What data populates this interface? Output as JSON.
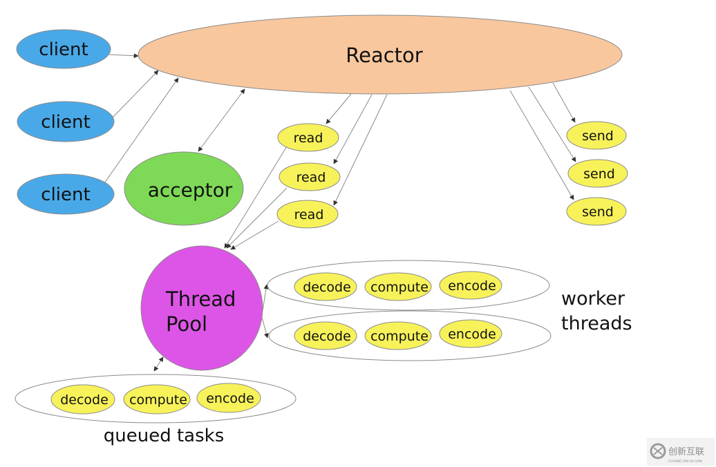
{
  "diagram": {
    "reactor": "Reactor",
    "clients": [
      "client",
      "client",
      "client"
    ],
    "acceptor": "acceptor",
    "reads": [
      "read",
      "read",
      "read"
    ],
    "sends": [
      "send",
      "send",
      "send"
    ],
    "thread_pool": {
      "line1": "Thread",
      "line2": "Pool"
    },
    "worker_rows": [
      [
        "decode",
        "compute",
        "encode"
      ],
      [
        "decode",
        "compute",
        "encode"
      ]
    ],
    "worker_threads": {
      "line1": "worker",
      "line2": "threads"
    },
    "queued_row": [
      "decode",
      "compute",
      "encode"
    ],
    "queued_tasks": "queued tasks"
  },
  "watermark": {
    "brand": "创新互联",
    "subtitle": "CHUANG XIN HU LIAN"
  },
  "colors": {
    "reactor": "#f9c79e",
    "client": "#49a9e8",
    "acceptor": "#7ed957",
    "task": "#f7f25a",
    "thread_pool": "#dd55e6",
    "outline": "#8a8a8a"
  }
}
